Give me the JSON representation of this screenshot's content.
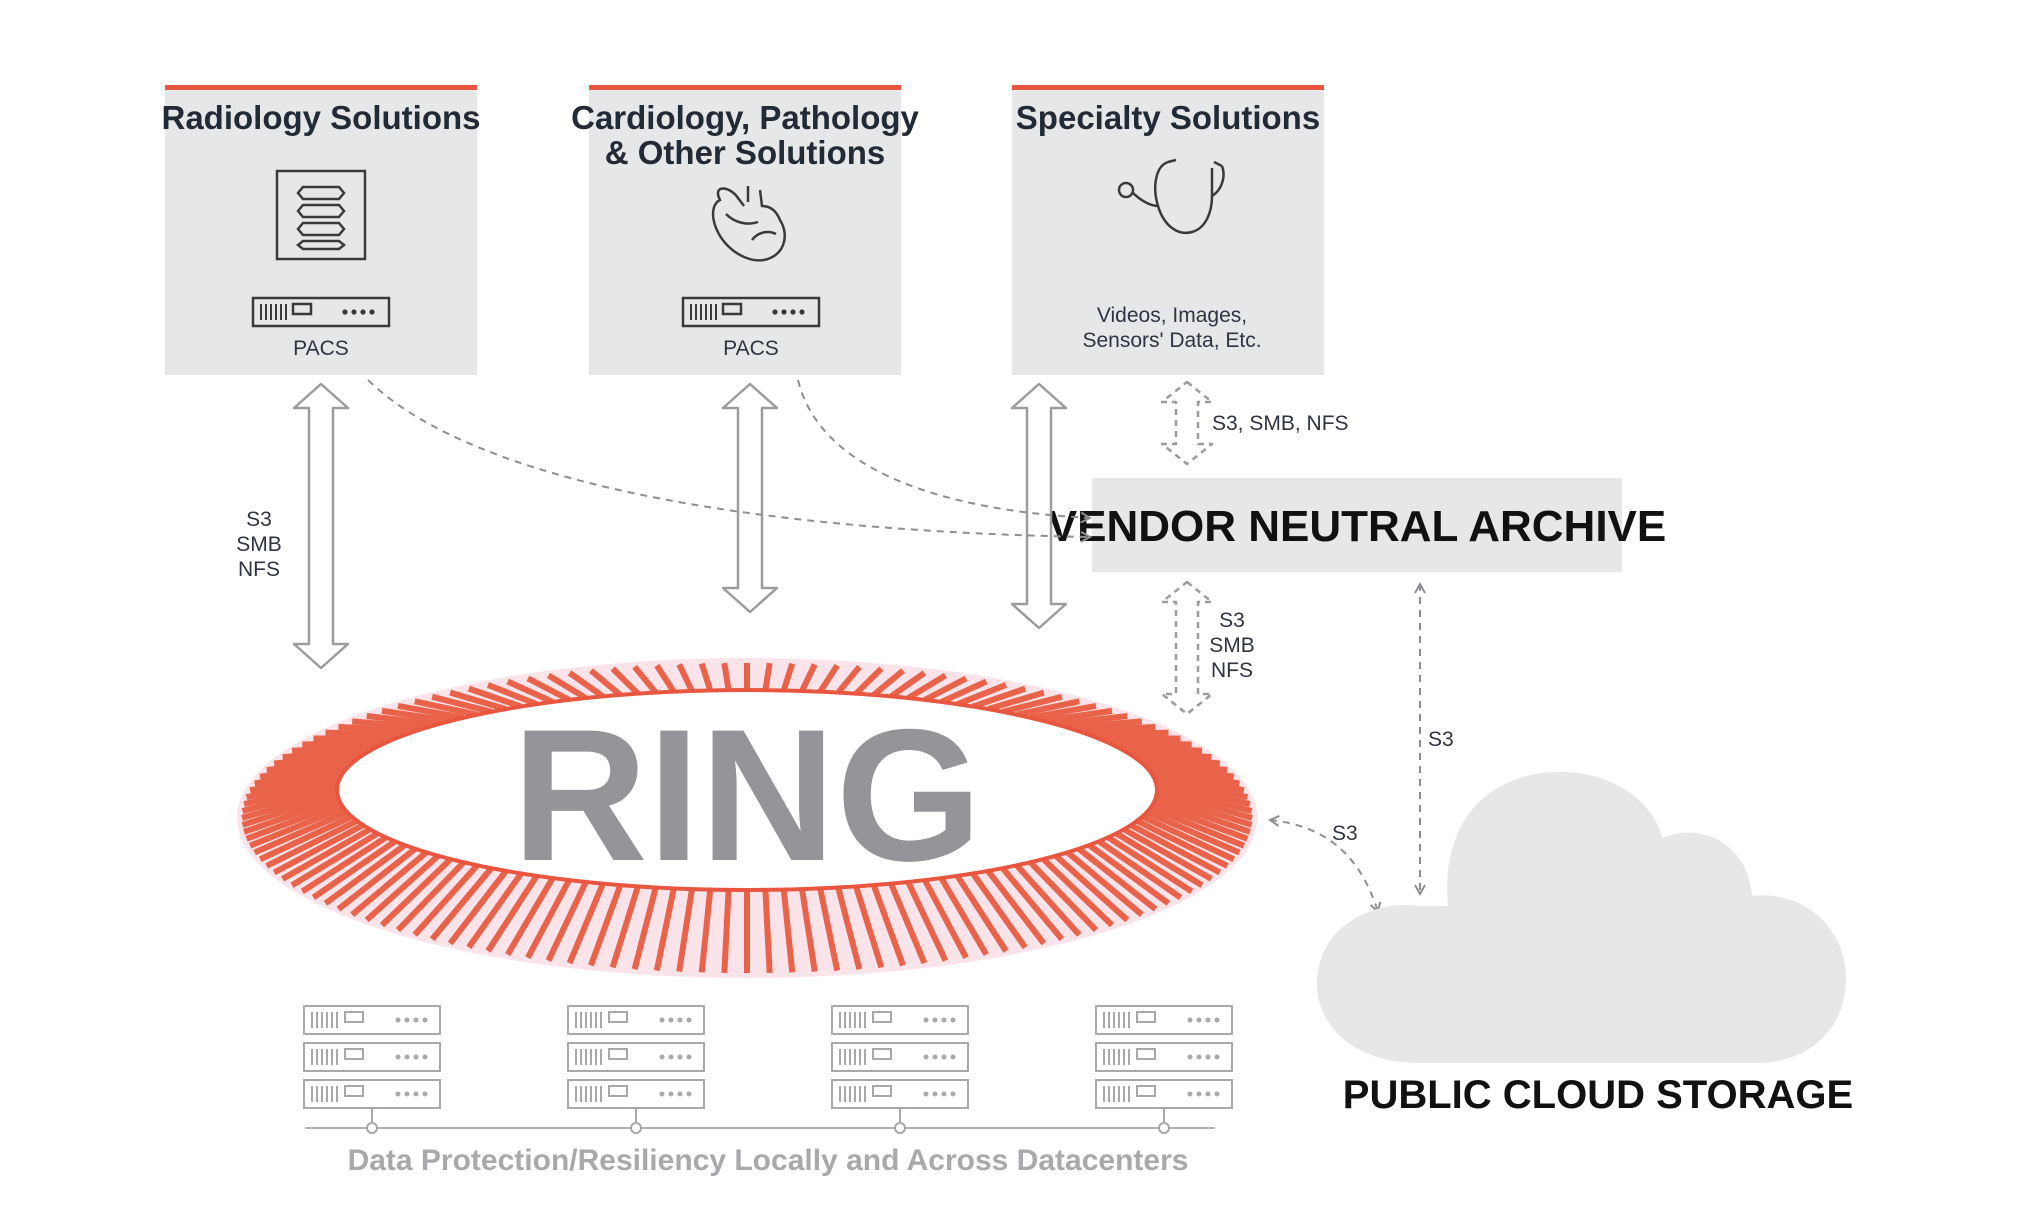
{
  "boxes": {
    "radiology": {
      "title": "Radiology Solutions",
      "device_label": "PACS"
    },
    "cardiology": {
      "title_line1": "Cardiology, Pathology",
      "title_line2": "& Other Solutions",
      "device_label": "PACS"
    },
    "specialty": {
      "title": "Specialty Solutions",
      "data_line1": "Videos, Images,",
      "data_line2": "Sensors' Data, Etc."
    }
  },
  "vna": {
    "label": "VENDOR NEUTRAL ARCHIVE"
  },
  "ring": {
    "label": "RING"
  },
  "cloud": {
    "label": "PUBLIC CLOUD STORAGE"
  },
  "protocols": {
    "left_line1": "S3",
    "left_line2": "SMB",
    "left_line3": "NFS",
    "specialty_vna": "S3, SMB, NFS",
    "vna_ring_line1": "S3",
    "vna_ring_line2": "SMB",
    "vna_ring_line3": "NFS",
    "vna_cloud": "S3",
    "ring_cloud": "S3"
  },
  "footer": {
    "label": "Data Protection/Resiliency Locally and Across Datacenters"
  },
  "colors": {
    "accent": "#e8563f",
    "box_fill": "#e6e7e8",
    "cloud_fill": "#e6e7e8",
    "ring_stripe": "#e9634a"
  }
}
